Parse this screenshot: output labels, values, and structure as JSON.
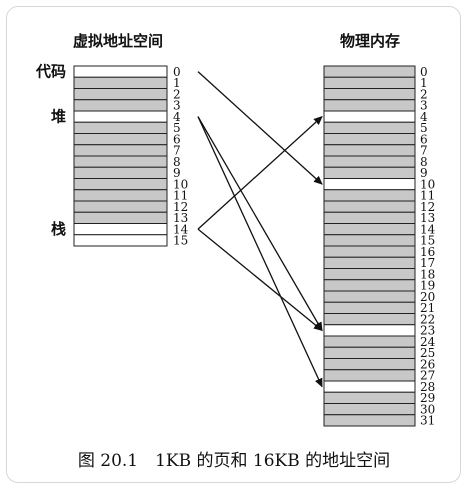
{
  "virtual": {
    "title": "虚拟地址空间",
    "page_count": 16,
    "free_fill": "#c8c8c8",
    "used_fill": "#ffffff",
    "used_pages": [
      0,
      4,
      14,
      15
    ],
    "segments": [
      {
        "label": "代码",
        "page": 0
      },
      {
        "label": "堆",
        "page": 4
      },
      {
        "label": "栈",
        "page": 14
      }
    ]
  },
  "physical": {
    "title": "物理内存",
    "page_count": 32,
    "free_fill": "#c8c8c8",
    "used_fill": "#ffffff",
    "used_pages": [
      4,
      10,
      23,
      28
    ]
  },
  "mappings": [
    {
      "from": 0,
      "to": 10
    },
    {
      "from": 4,
      "to": 23
    },
    {
      "from": 4,
      "to": 28
    },
    {
      "from": 14,
      "to": 4
    },
    {
      "from": 14,
      "to": 23
    }
  ],
  "caption": "图 20.1　1KB 的页和 16KB 的地址空间"
}
